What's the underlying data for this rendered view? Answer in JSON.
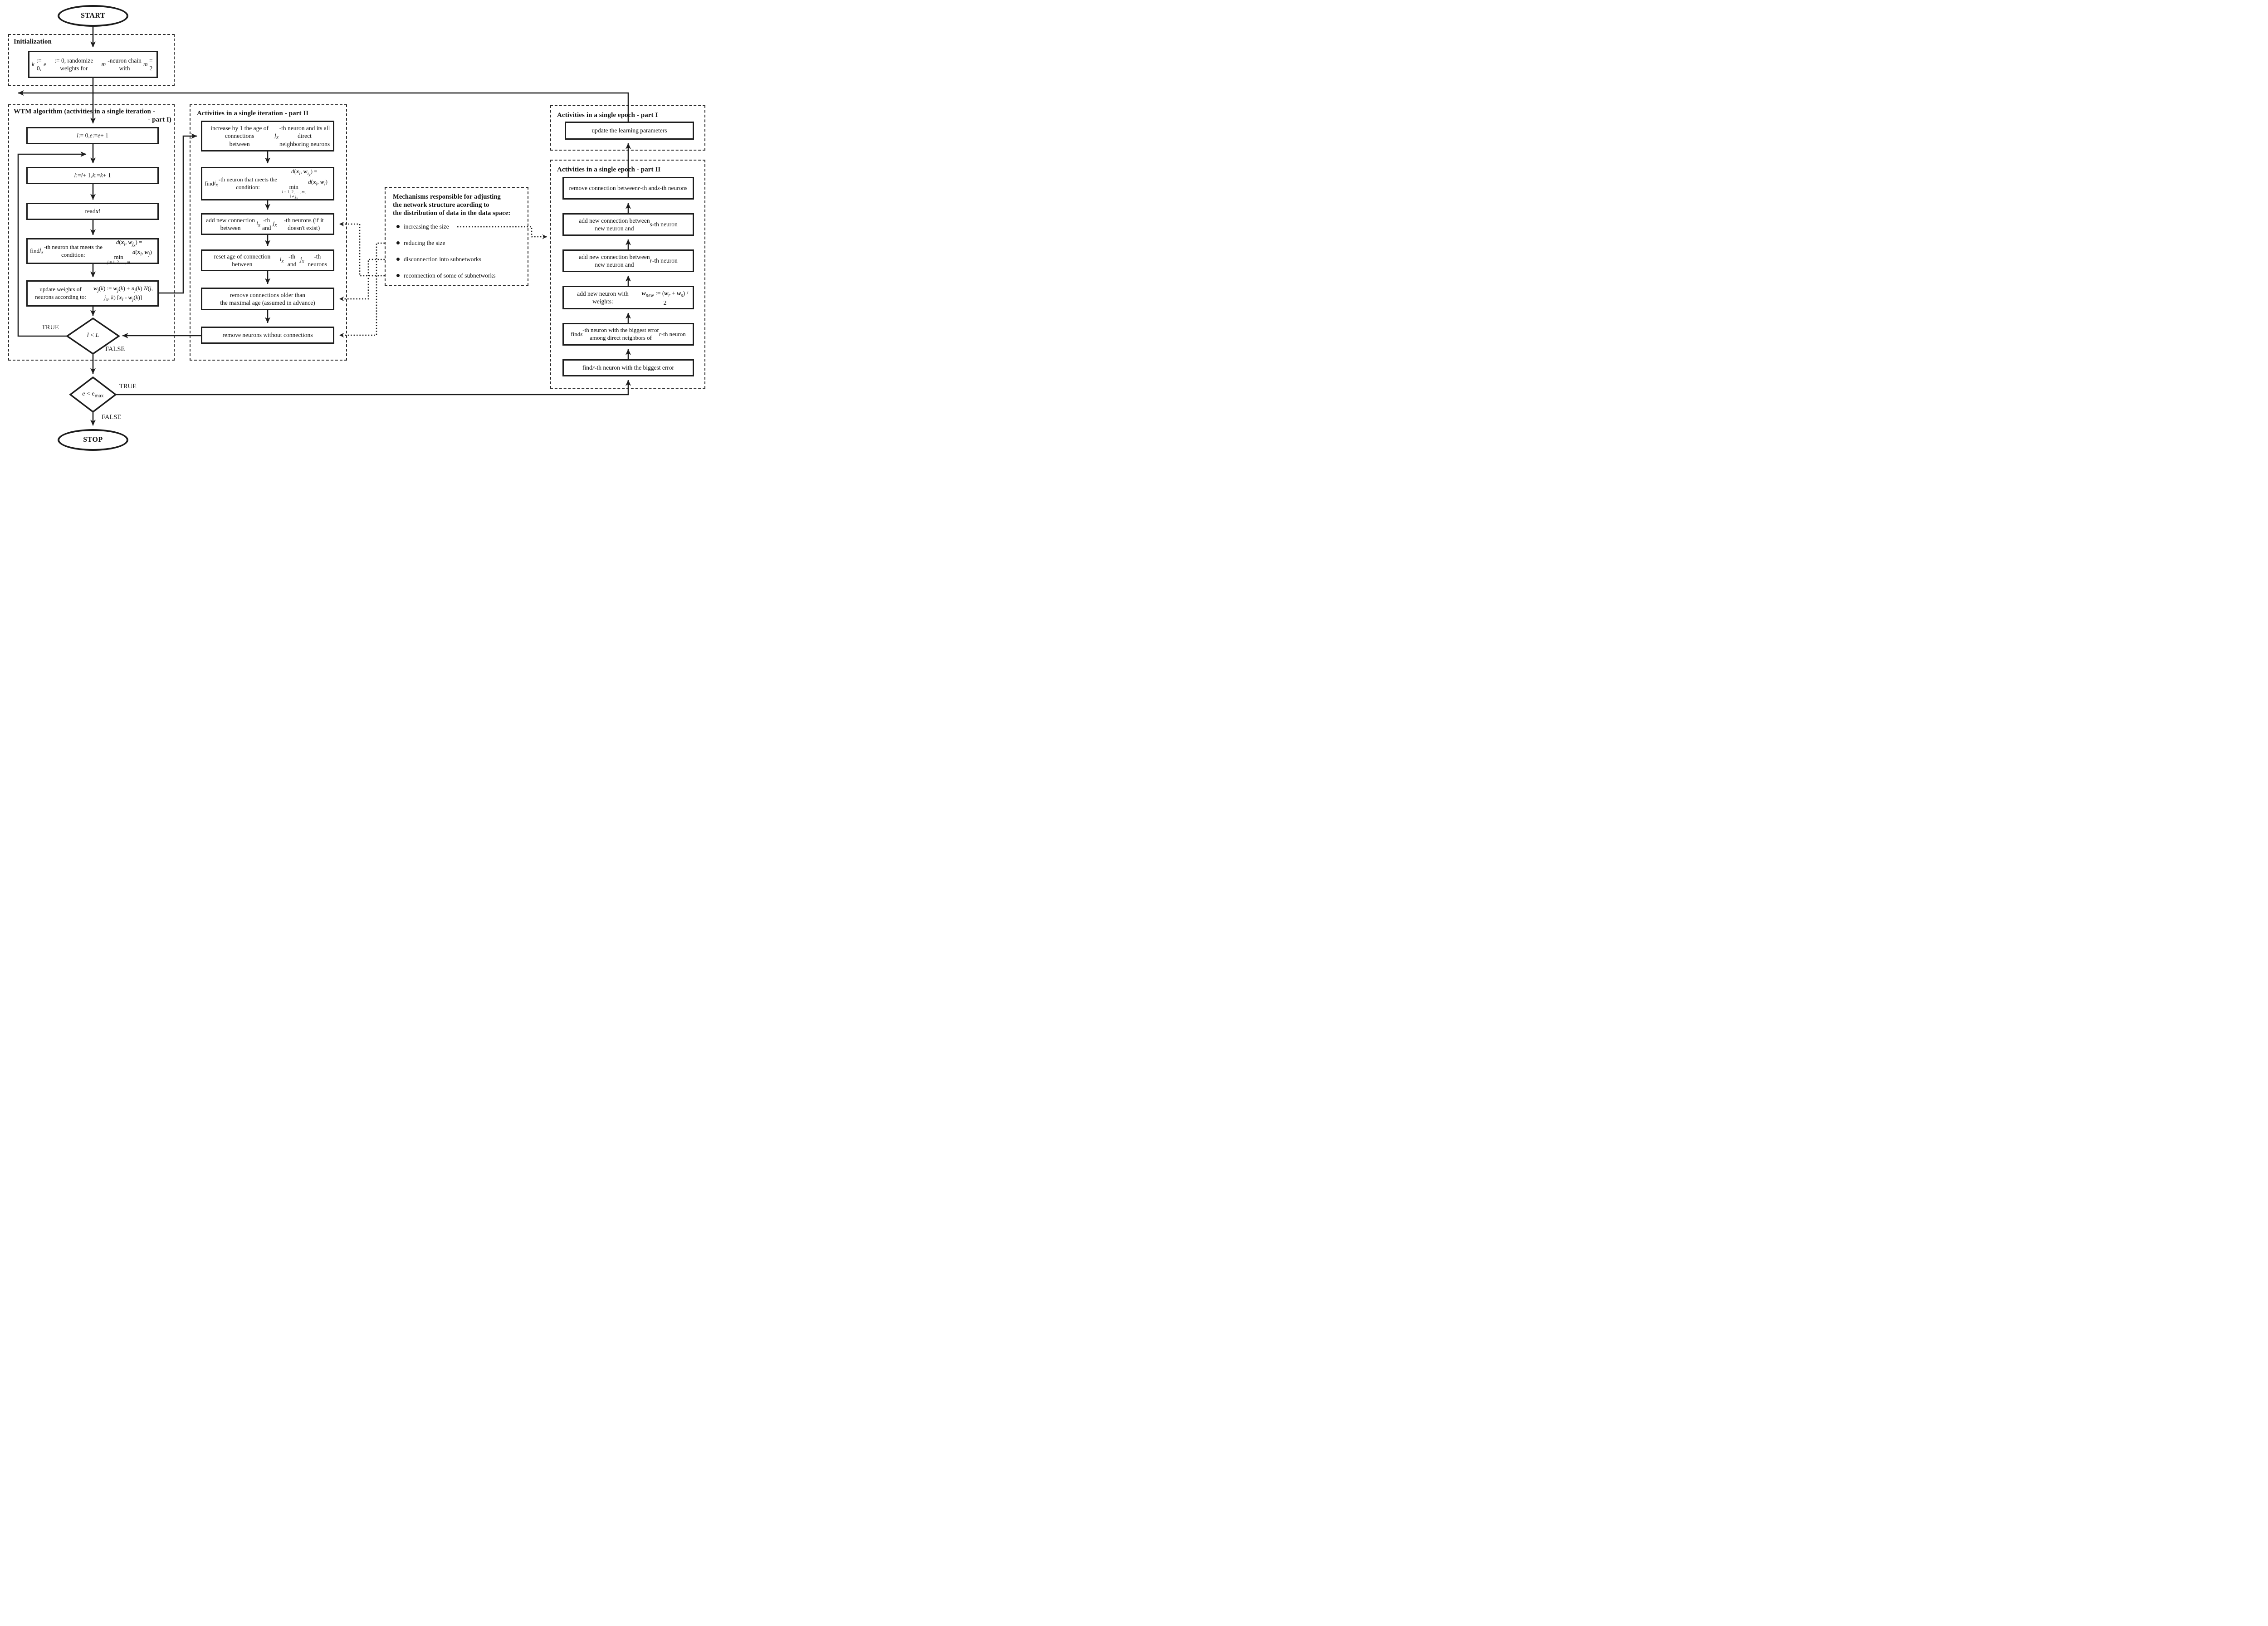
{
  "labels": {
    "start": "START",
    "stop": "STOP",
    "true1": "TRUE",
    "false1": "FALSE",
    "true2": "TRUE",
    "false2": "FALSE"
  },
  "initialization": {
    "title": "Initialization",
    "box": "<i>k</i> := 0, <i>e</i> := 0, randomize weights for<br><i>m</i>-neuron chain with <i>m</i> = 2"
  },
  "wtm": {
    "title_line1": "WTM algorithm (activities in a single iteration -",
    "title_line2": "- part I)",
    "boxes": [
      "<i>l</i> := 0, <i>e</i> := <i>e</i> + 1",
      "<i>l</i> := <i>l</i> + 1, <i>k</i> := <i>k</i> + 1",
      "read <b><i>x</i></b><sub><i>l</i></sub>",
      "find  <i>j<sub>x</sub></i>-th neuron that meets the condition:<span class=\"fline\"><i>d</i>(<b><i>x</i></b><sub><i>l</i></sub>, <b><i>w</i></b><sub><i>j<sub>x</sub></i></sub>) = <span class=\"mn\">min<small><i>j</i> = 1, 2, ... , <i>m</i></small></span> <i>d</i>(<b><i>x</i></b><sub><i>l</i></sub>, <b><i>w</i></b><sub><i>j</i></sub>)</span>",
      "update weights of neurons according to:<span class=\"fline\"><b><i>w</i></b><sub><i>j</i></sub>(<i>k</i>) := <b><i>w</i></b><sub><i>j</i></sub>(<i>k</i>) + <i>n<sub>j</sub></i>(<i>k</i>) <i>N</i>(<i>j</i>, <i>j<sub>x</sub></i>, <i>k</i>) [<b><i>x</i></b><sub><i>l</i></sub> - <b><i>w</i></b><sub><i>j</i></sub>(<i>k</i>)]</span>"
    ]
  },
  "iteration2": {
    "title": "Activities in a single iteration - part II",
    "boxes": [
      "increase by 1 the age of connections<br>between <i>j<sub>x</sub></i>-th neuron and its all direct<br>neighboring neurons",
      "find  <i>i<sub>x</sub></i>-th neuron that meets the condition:<span class=\"fline\"><i>d</i>(<b><i>x</i></b><sub><i>l</i></sub>, <b><i>w</i></b><sub><i>i<sub>x</sub></i></sub>) = <span class=\"mn\">min<small><i>i</i> = 1, 2, ... , <i>m</i>,</small><small><i>i</i> &#8800; <i>j<sub>x</sub></i></small></span> <i>d</i>(<b><i>x</i></b><sub><i>l</i></sub>, <b><i>w</i></b><sub><i>i</i></sub>)</span>",
      "add new connection between<br><i>i<sub>x</sub></i>-th and <i>j<sub>x</sub></i>-th neurons (if it doesn't exist)",
      "reset age of connection between<br><i>i<sub>x</sub></i>-th and <i>j<sub>x</sub></i>-th neurons",
      "remove connections older than<br>the maximal age (assumed in advance)",
      "remove neurons without connections"
    ]
  },
  "mechanisms": {
    "title_lines": [
      "Mechanisms responsible for adjusting",
      "the network structure acording to",
      "the distribution of data in the data space:"
    ],
    "bullets": [
      "increasing the size",
      "reducing the size",
      "disconnection into subnetworks",
      "reconnection of some of subnetworks"
    ]
  },
  "epoch1": {
    "title": "Activities in a single epoch - part I",
    "box": "update the learning parameters"
  },
  "epoch2": {
    "title": "Activities in a single epoch - part II",
    "boxes": [
      "remove connection between<br><i>r</i>-th and <i>s</i>-th neurons",
      "add new connection between<br>new neuron and <i>s</i>-th neuron",
      "add new connection between<br>new neuron and <i>r</i>-th neuron",
      "add new neuron with weights:<span class=\"fline\"><b><i>w</i></b><sub><i>new</i></sub> := (<b><i>w</i></b><sub><i>r</i></sub> + <b><i>w</i></b><sub><i>s</i></sub>) / 2</span>",
      "find <i>s</i>-th neuron with the biggest error<br>among direct neighbors of <i>r</i>-th neuron",
      "find <i>r</i>-th neuron with the biggest error"
    ]
  },
  "decisions": {
    "iteration_check": "<i>l</i> &lt; <i>L</i>",
    "epoch_check": "<i>e</i> &lt; e<sub>max</sub>"
  }
}
